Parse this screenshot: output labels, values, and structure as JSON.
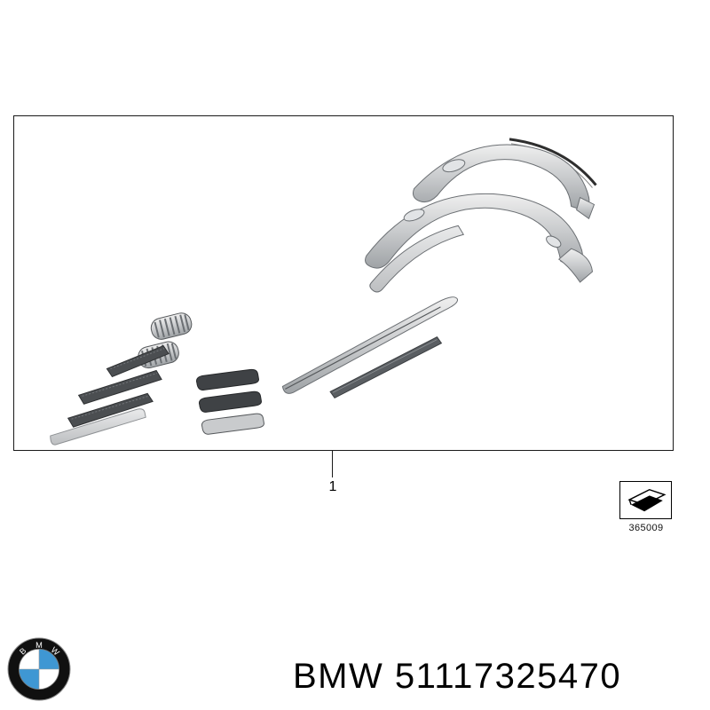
{
  "colors": {
    "bmw_blue": "#3f97d3",
    "line": "#1a1a1a"
  },
  "diagram": {
    "callout": {
      "label": "1"
    },
    "legend": {
      "code": "365009"
    }
  },
  "footer": {
    "logo_letters": [
      "B",
      "M",
      "W"
    ],
    "part_label": "BMW 51117325470"
  }
}
